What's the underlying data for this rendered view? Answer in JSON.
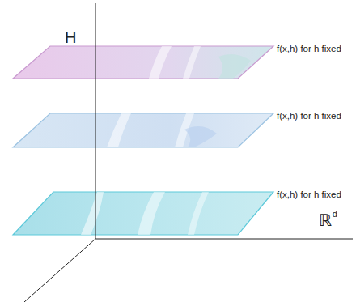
{
  "diagram": {
    "labels": [
      "H",
      "f(x,h) for h fixed",
      "f(x,h) for h fixed",
      "f(x,h) for h fixed",
      "ℝ",
      "d"
    ]
  }
}
